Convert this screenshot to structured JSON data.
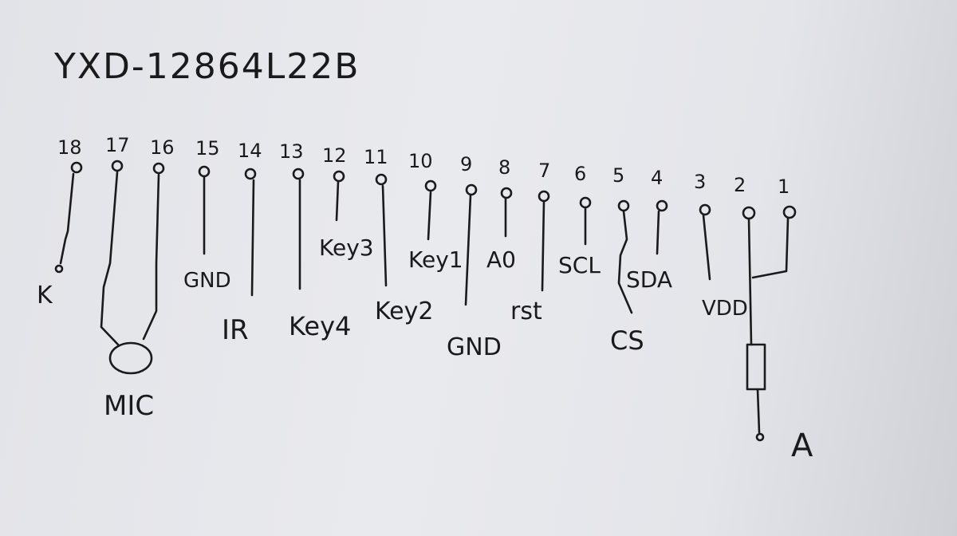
{
  "title": "YXD-12864L22B",
  "pins": [
    {
      "num": "18",
      "label": "K"
    },
    {
      "num": "17",
      "label": ""
    },
    {
      "num": "16",
      "label": ""
    },
    {
      "num": "15",
      "label": "GND"
    },
    {
      "num": "14",
      "label": "IR"
    },
    {
      "num": "13",
      "label": "Key4"
    },
    {
      "num": "12",
      "label": "Key3"
    },
    {
      "num": "11",
      "label": "Key2"
    },
    {
      "num": "10",
      "label": "Key1"
    },
    {
      "num": "9",
      "label": "GND"
    },
    {
      "num": "8",
      "label": "A0"
    },
    {
      "num": "7",
      "label": "rst"
    },
    {
      "num": "6",
      "label": "SCL"
    },
    {
      "num": "5",
      "label": "CS"
    },
    {
      "num": "4",
      "label": "SDA"
    },
    {
      "num": "3",
      "label": "VDD"
    },
    {
      "num": "2",
      "label": ""
    },
    {
      "num": "1",
      "label": ""
    }
  ],
  "mic_label": "MIC",
  "a_label": "A"
}
